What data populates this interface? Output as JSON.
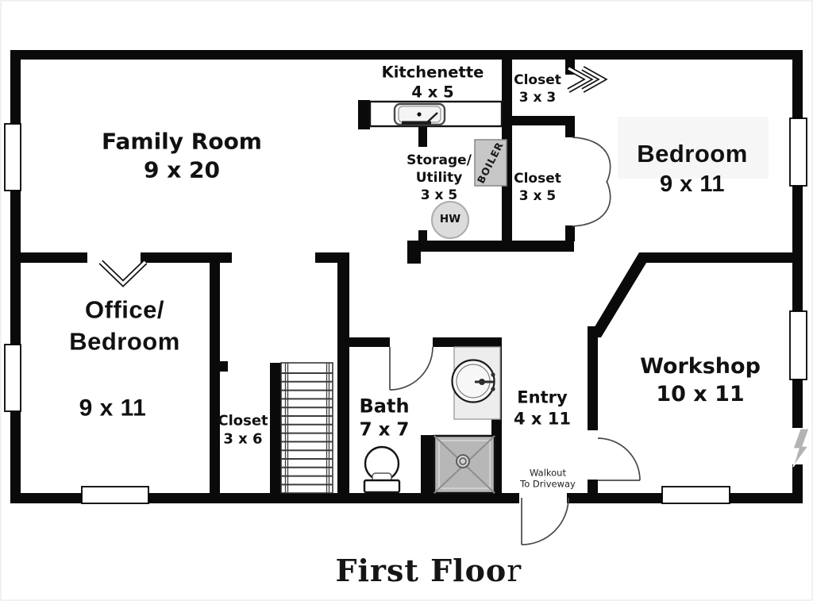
{
  "title": {
    "main": "First Floo",
    "tail": "r"
  },
  "rooms": {
    "family": {
      "name": "Family Room",
      "dim": "9 x 20"
    },
    "kitchenette": {
      "name": "Kitchenette",
      "dim": "4 x 5"
    },
    "closet_3x3": {
      "name": "Closet",
      "dim": "3 x 3"
    },
    "closet_3x5": {
      "name": "Closet",
      "dim": "3 x 5"
    },
    "storage": {
      "name_line1": "Storage/",
      "name_line2": "Utility",
      "dim": "3 x 5"
    },
    "bedroom": {
      "name": "Bedroom",
      "dim": "9 x 11"
    },
    "office": {
      "name_line1": "Office/",
      "name_line2": "Bedroom",
      "dim": "9 x 11"
    },
    "closet_3x6": {
      "name": "Closet",
      "dim": "3 x 6"
    },
    "bath": {
      "name": "Bath",
      "dim": "7 x 7"
    },
    "entry": {
      "name": "Entry",
      "dim": "4 x 11"
    },
    "workshop": {
      "name": "Workshop",
      "dim": "10 x 11"
    }
  },
  "annotations": {
    "walkout_line1": "Walkout",
    "walkout_line2": "To Driveway",
    "boiler": "BOILER",
    "hot_water": "HW"
  },
  "colors": {
    "wall": "#0a0a0a",
    "background": "#ffffff",
    "shower_gray": "#b7b7b7",
    "boiler_gray": "#c7c7c7",
    "hw_gray": "#dcdcdc",
    "bolt_gray": "#b3b3b3"
  }
}
